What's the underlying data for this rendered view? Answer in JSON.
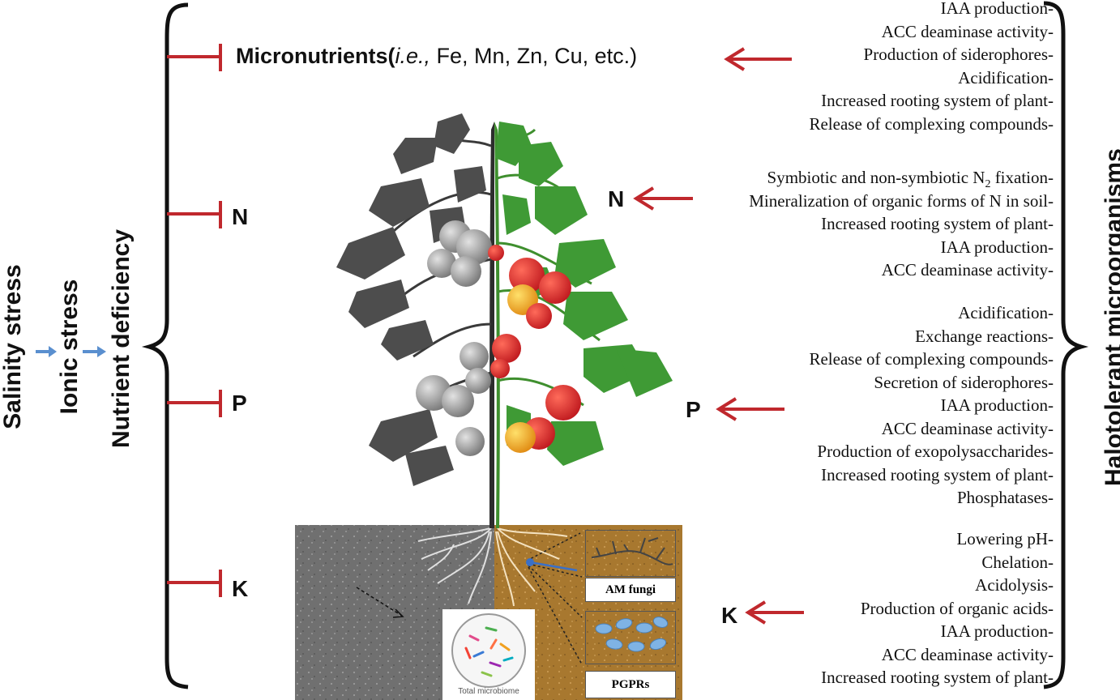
{
  "left_labels": {
    "salinity": "Salinity stress",
    "ionic": "Ionic stress",
    "deficiency": "Nutrient deficiency"
  },
  "right_label": "Halotolerant microorganisms",
  "micronutrients": {
    "prefix": "Micronutrients",
    "paren_open": "(",
    "ie": "i.e.,",
    "list": " Fe, Mn, Zn, Cu, etc.)"
  },
  "nutrients_left": [
    "N",
    "P",
    "K"
  ],
  "nutrients_right": [
    "N",
    "P",
    "K"
  ],
  "mechanisms": {
    "micro": [
      "IAA production-",
      "ACC deaminase  activity-",
      "Production of siderophores-",
      "Acidification-",
      "Increased rooting  system of plant-",
      "Release of complexing  compounds-"
    ],
    "n": {
      "first_a": "Symbiotic  and non-symbiotic  N",
      "first_sub": "2",
      "first_b": " fixation-",
      "rest": [
        "Mineralization  of organic forms of N in soil-",
        "Increased rooting  system of plant-",
        "IAA production-",
        "ACC deaminase  activity-"
      ]
    },
    "p": [
      "Acidification-",
      "Exchange reactions-",
      "Release of complexing  compounds-",
      "Secretion of siderophores-",
      "IAA production-",
      "ACC deaminase  activity-",
      "Production of exopolysaccharides-",
      "Increased rooting  system of plant-",
      "Phosphatases-"
    ],
    "k": [
      "Lowering pH-",
      "Chelation-",
      "Acidolysis-",
      "Production of organic acids-",
      "IAA production-",
      "ACC deaminase  activity-",
      "Increased rooting  system of plant-"
    ]
  },
  "soil_boxes": {
    "am_fungi": "AM fungi",
    "pgprs": "PGPRs",
    "microbiome": "Total microbiome"
  },
  "colors": {
    "inhibit_red": "#c0282d",
    "flow_blue": "#5a8fcf",
    "soil_gray": "#6a6a6a",
    "soil_brown": "#a87a35",
    "leaf_green": "#3f9a35",
    "leaf_gray": "#4d4d4d",
    "tomato_red": "#d4272b",
    "tomato_yellow": "#f3b21e"
  }
}
